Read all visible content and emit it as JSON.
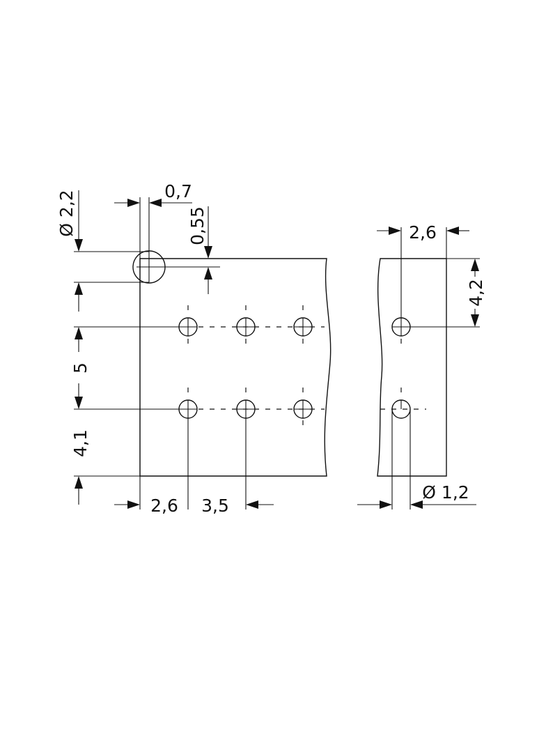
{
  "dimensions": {
    "d_mount_hole": "Ø 2,2",
    "offset_0_7": "0,7",
    "offset_0_55": "0,55",
    "pitch_5": "5",
    "offset_4_1": "4,1",
    "offset_2_6_left": "2,6",
    "pitch_3_5": "3,5",
    "offset_2_6_right": "2,6",
    "offset_4_2": "4,2",
    "d_pin_hole": "Ø 1,2"
  },
  "colors": {
    "line": "#111111",
    "background": "#ffffff"
  }
}
